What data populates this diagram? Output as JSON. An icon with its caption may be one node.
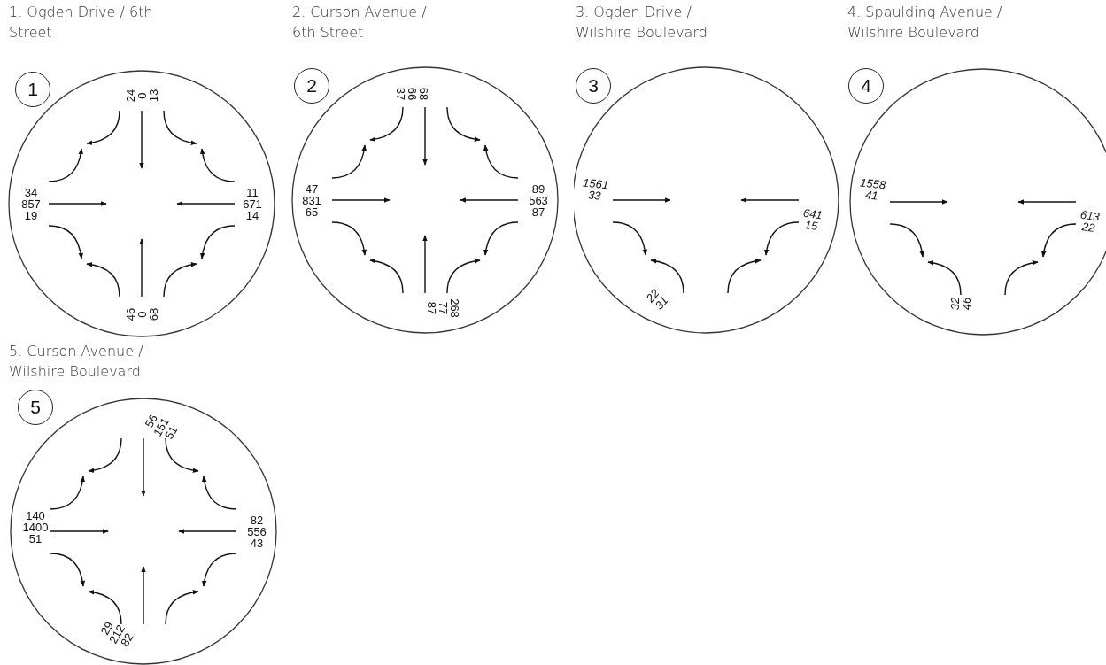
{
  "diagram": {
    "nodes": [
      {
        "text": [
          "1. Ogden Drive / 6th Street"
        ]
      },
      {
        "text": [
          "1"
        ]
      },
      {
        "text": [
          "2. Curson Avenue / 6th Street"
        ]
      },
      {
        "text": [
          "2"
        ]
      },
      {
        "text": [
          "3. Ogden Drive / Wilshire Boulevard"
        ]
      },
      {
        "text": [
          "3"
        ]
      },
      {
        "text": [
          "4. Spaulding Avenue / Wilshire Boulevard"
        ]
      },
      {
        "text": [
          "4"
        ]
      },
      {
        "text": [
          "5. Curson Avenue / Wilshire Boulevard"
        ]
      },
      {
        "text": [
          "5"
        ]
      }
    ],
    "labels": [
      "24",
      "0",
      "13",
      "34",
      "857",
      "19",
      "11",
      "671",
      "14",
      "46",
      "0",
      "68",
      "68",
      "66",
      "37",
      "47",
      "831",
      "65",
      "89",
      "563",
      "87",
      "268",
      "77",
      "87",
      "1561",
      "33",
      "641",
      "15",
      "22",
      "31",
      "1558",
      "41",
      "613",
      "22",
      "32",
      "46",
      "56",
      "151",
      "51",
      "140",
      "1400",
      "51",
      "82",
      "556",
      "43",
      "29",
      "212",
      "82"
    ]
  }
}
